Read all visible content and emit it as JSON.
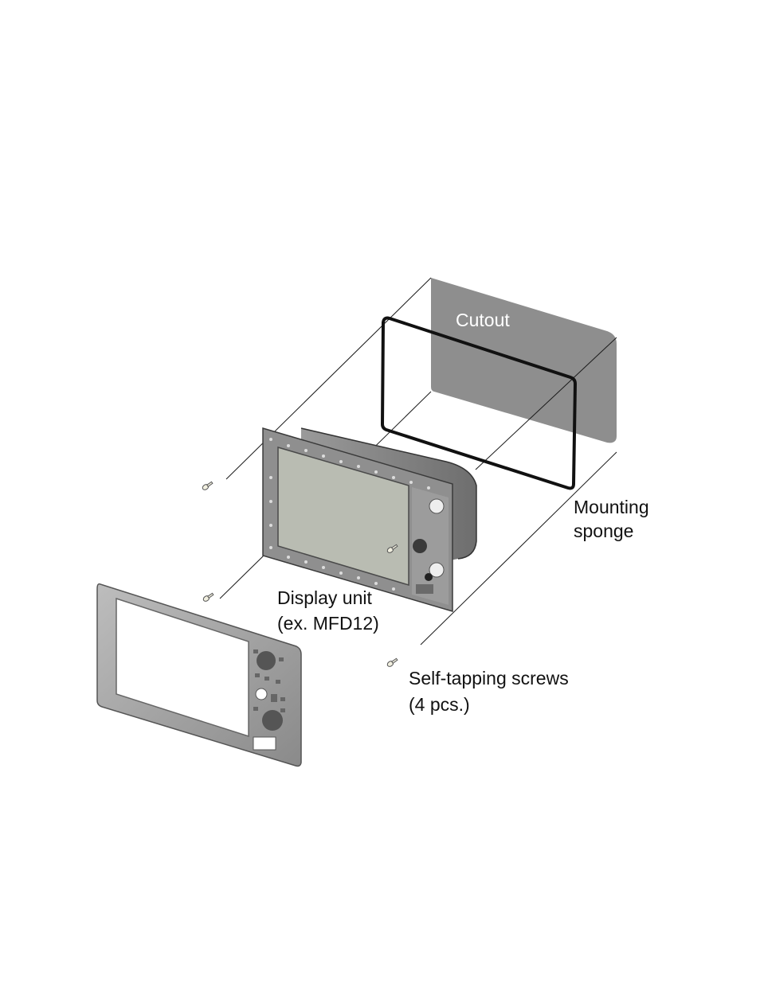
{
  "labels": {
    "cutout": "Cutout",
    "mounting_sponge_line1": "Mounting",
    "mounting_sponge_line2": "sponge",
    "display_unit_line1": "Display unit",
    "display_unit_line2": "(ex. MFD12)",
    "screws_line1": "Self-tapping screws",
    "screws_line2": "(4 pcs.)"
  },
  "colors": {
    "cutout_panel": "#8e8e8e",
    "sponge": "#111111",
    "unit_body": "#8d8d8d",
    "screen": "#b9bcb2",
    "bezel": "#a7a7a7"
  }
}
